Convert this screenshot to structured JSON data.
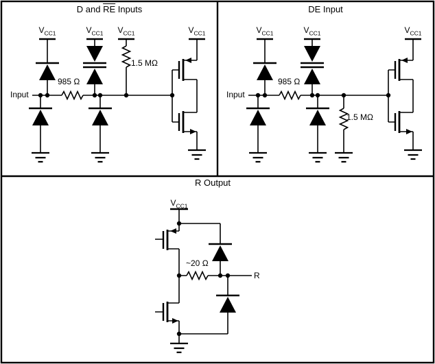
{
  "colors": {
    "ink": "#000000",
    "background": "#ffffff"
  },
  "labels": {
    "vcc": {
      "base": "V",
      "sub": "CC1"
    },
    "input": "Input",
    "output_r": "R"
  },
  "panel_d_re": {
    "title_prefix": "D and ",
    "title_overline": "RE",
    "title_suffix": " Inputs",
    "series_resistor": "985 Ω",
    "pullup_resistor": "1.5 MΩ"
  },
  "panel_de": {
    "title": "DE Input",
    "series_resistor": "985 Ω",
    "pulldown_resistor": "1.5 MΩ"
  },
  "panel_r_output": {
    "title": "R Output",
    "output_resistor": "~20 Ω"
  },
  "components": [
    "vcc-rail",
    "esd-diode",
    "back-to-back-clamp-diodes",
    "resistor",
    "pmos-transistor",
    "nmos-transistor",
    "cmos-inverter",
    "ground",
    "junction-dot"
  ]
}
